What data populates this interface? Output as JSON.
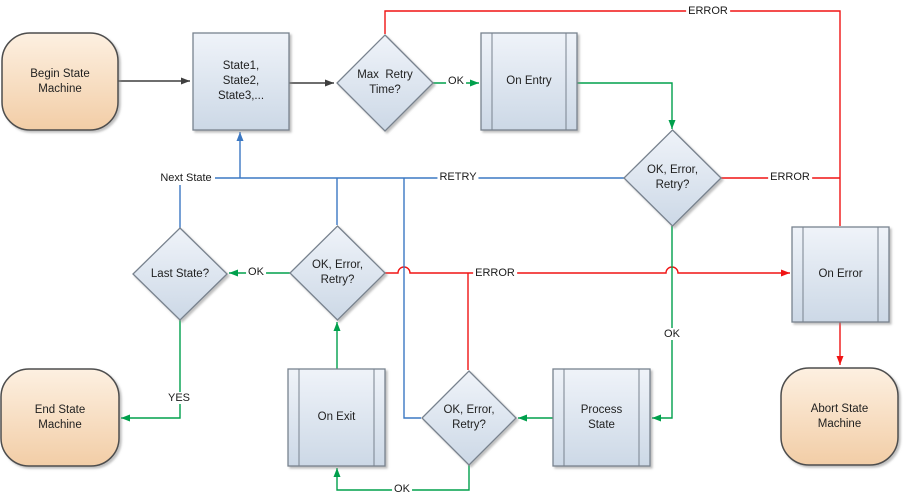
{
  "diagram": {
    "type": "flowchart",
    "background": "#ffffff",
    "colors": {
      "ok_line": "#00a04c",
      "error_line": "#f01414",
      "retry_line": "#3b78c3",
      "flow_line": "#3f3f3f",
      "terminator_fill_top": "#fdeedd",
      "terminator_fill_bottom": "#f2cda6",
      "step_fill_top": "#eef2f8",
      "step_fill_bottom": "#ccd8e6",
      "step_border": "#78828e",
      "terminator_border": "#4d4d4d"
    },
    "nodes": {
      "begin": {
        "label": "Begin State\nMachine",
        "shape": "terminator"
      },
      "states": {
        "label": "State1,\nState2,\nState3,...",
        "shape": "process"
      },
      "max_retry": {
        "label": "Max  Retry\nTime?",
        "shape": "decision"
      },
      "on_entry": {
        "label": "On Entry",
        "shape": "predefined-process"
      },
      "decision_entry": {
        "label": "OK, Error,\nRetry?",
        "shape": "decision"
      },
      "on_error": {
        "label": "On Error",
        "shape": "predefined-process"
      },
      "abort": {
        "label": "Abort State\nMachine",
        "shape": "terminator"
      },
      "last_state": {
        "label": "Last State?",
        "shape": "decision"
      },
      "decision_exit": {
        "label": "OK, Error,\nRetry?",
        "shape": "decision"
      },
      "on_exit": {
        "label": "On Exit",
        "shape": "predefined-process"
      },
      "decision_process": {
        "label": "OK, Error,\nRetry?",
        "shape": "decision"
      },
      "process_state": {
        "label": "Process\nState",
        "shape": "predefined-process"
      },
      "end": {
        "label": "End State\nMachine",
        "shape": "terminator"
      }
    },
    "edge_labels": {
      "next_state": "Next State",
      "retry": "RETRY",
      "error_top": "ERROR",
      "error_entry": "ERROR",
      "error_bus": "ERROR",
      "ok_max_retry": "OK",
      "ok_entry_decision": "OK",
      "ok_exit_decision": "OK",
      "ok_process_decision": "OK",
      "yes": "YES"
    }
  }
}
